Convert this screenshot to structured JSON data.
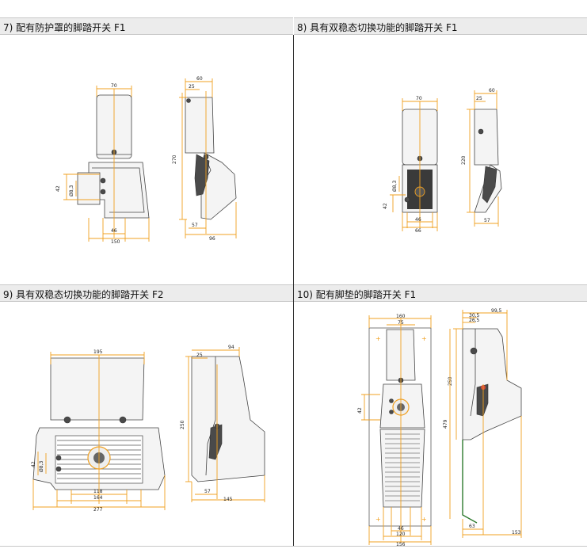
{
  "sections": [
    {
      "title": "7) 配有防护罩的脚踏开关 F1"
    },
    {
      "title": "8) 具有双稳态切换功能的脚踏开关 F1"
    },
    {
      "title": "9) 具有双稳态切换功能的脚踏开关 F2"
    },
    {
      "title": "10) 配有脚垫的脚踏开关 F1"
    }
  ],
  "dims": {
    "d7": {
      "w_top": "70",
      "w_side": "60",
      "w_side_inner": "25",
      "height": "270",
      "h_conn": "42",
      "conn_dia": "Ø8,3",
      "b46": "46",
      "b150": "150",
      "b57": "57",
      "b96": "96"
    },
    "d8": {
      "w_top": "70",
      "w_side": "60",
      "w_side_inner": "25",
      "height": "220",
      "conn_dia": "Ø8,3",
      "h_conn": "42",
      "b46": "46",
      "b66": "66",
      "b57": "57"
    },
    "d9": {
      "w_top": "195",
      "w_side": "94",
      "w_side_inner": "25",
      "height": "250",
      "h_conn": "42",
      "conn_dia": "Ø8,3",
      "b118": "118",
      "b164": "164",
      "b277": "277",
      "b57": "57",
      "b145": "145"
    },
    "d10": {
      "w160": "160",
      "w75": "75",
      "h_conn": "42",
      "b46": "46",
      "b120": "120",
      "b156": "156",
      "s99": "99,5",
      "s30": "30,5",
      "s26": "26,5",
      "h250": "250",
      "h479": "479",
      "b63": "63",
      "b153": "153"
    }
  }
}
